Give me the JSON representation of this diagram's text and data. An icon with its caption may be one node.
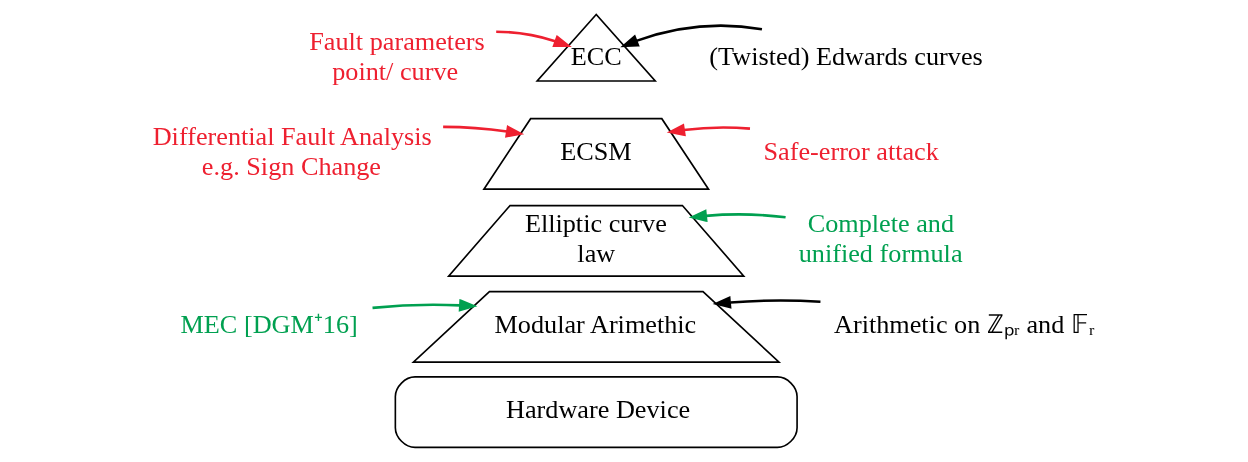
{
  "diagram": {
    "nodes": [
      {
        "text": [
          "Fault parameters point/ curve"
        ]
      },
      {
        "text": [
          "ECC"
        ]
      },
      {
        "text": [
          "(Twisted) Edwards curves"
        ]
      },
      {
        "text": [
          "Differential Fault Analysis e.g. Sign Change"
        ]
      },
      {
        "text": [
          "ECSM"
        ]
      },
      {
        "text": [
          "Safe-error attack"
        ]
      },
      {
        "text": [
          "Elliptic curve law"
        ]
      },
      {
        "text": [
          "Complete and unified formula"
        ]
      },
      {
        "text": [
          "MEC [DGM⁺16]"
        ]
      },
      {
        "text": [
          "Modular Arimethic"
        ]
      },
      {
        "text": [
          "Arithmetic on ℤₚᵣ and 𝔽ᵣ"
        ]
      },
      {
        "text": [
          "Hardware Device"
        ]
      }
    ],
    "edges": [
      {
        "from": 0,
        "to": 1,
        "arrow": "to"
      },
      {
        "from": 2,
        "to": 1,
        "arrow": "to",
        "color": "#000000"
      },
      {
        "from": 3,
        "to": 4,
        "arrow": "to"
      },
      {
        "from": 5,
        "to": 4,
        "arrow": "to"
      },
      {
        "from": 7,
        "to": 6,
        "arrow": "to",
        "color": "#00a050"
      },
      {
        "from": 8,
        "to": 9,
        "arrow": "to",
        "color": "#00a050"
      },
      {
        "from": 10,
        "to": 9,
        "arrow": "to",
        "color": "#000000"
      }
    ]
  }
}
